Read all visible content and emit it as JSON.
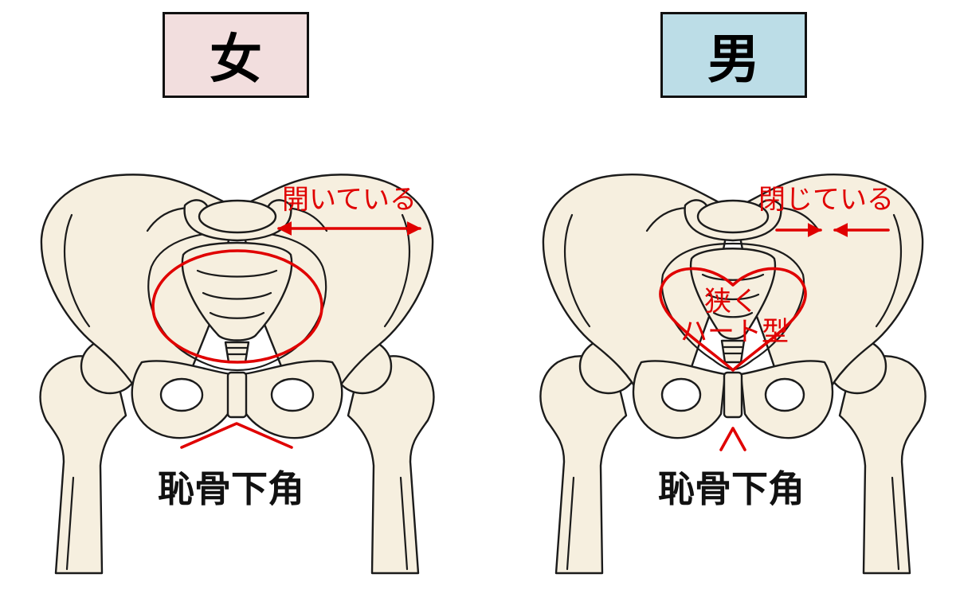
{
  "female": {
    "title": "女",
    "box_color": "#f2dede",
    "width_note": "開いている",
    "angle_label": "恥骨下角"
  },
  "male": {
    "title": "男",
    "box_color": "#bcdde7",
    "width_note": "閉じている",
    "inlet_note_line1": "狭く",
    "inlet_note_line2": "ハート型",
    "angle_label": "恥骨下角"
  },
  "colors": {
    "bone": "#f6efdf",
    "annotation_red": "#e00000",
    "outline": "#1b1b1b"
  }
}
